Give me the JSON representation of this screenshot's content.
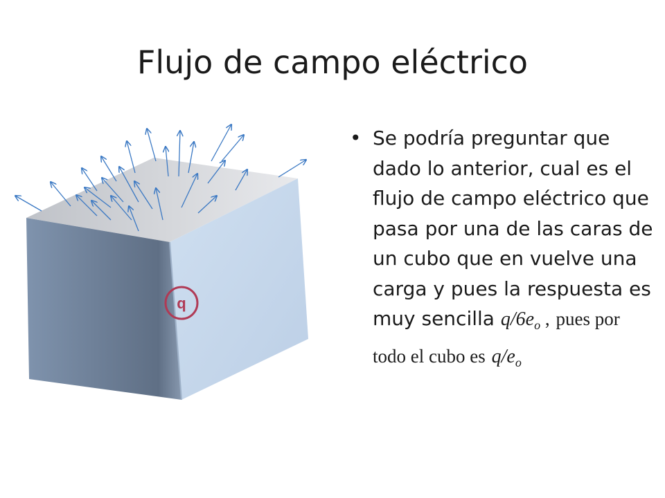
{
  "title": "Flujo de campo eléctrico",
  "bullet": {
    "main_text": "Se podría preguntar que dado lo anterior, cual es el flujo de campo eléctrico que pasa por una de las caras de un cubo que en vuelve una carga y pues la respuesta es muy sencilla",
    "formula_face_q": "q/6e",
    "formula_face_sub": "o",
    "separator": " ,",
    "continuation": "pues por todo el cubo es",
    "formula_total_q": "q/e",
    "formula_total_sub": "o"
  },
  "figure": {
    "charge_label": "q",
    "colors": {
      "front_face": "#c7d9ee",
      "left_face": "#7d8fa7",
      "top_face": "#e2e4e8",
      "arrow": "#3a78c3",
      "charge_circle": "#b03a55"
    }
  }
}
